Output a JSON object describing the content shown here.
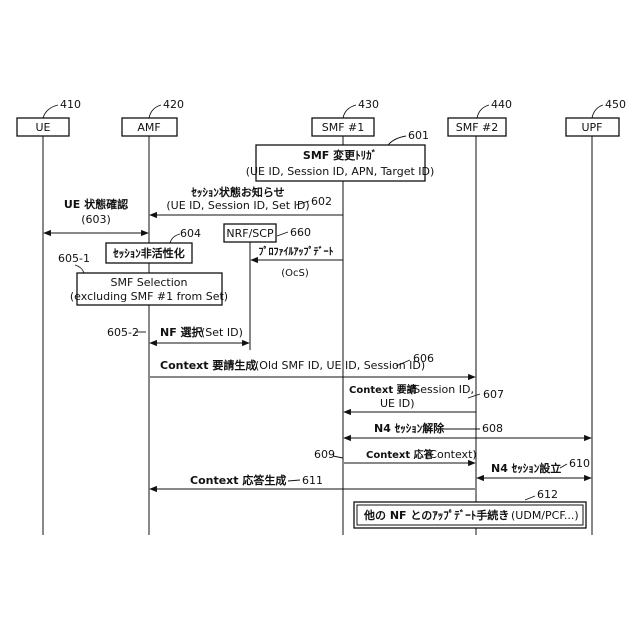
{
  "entities": [
    {
      "id": "ue",
      "label": "UE",
      "ref": "410"
    },
    {
      "id": "amf",
      "label": "AMF",
      "ref": "420"
    },
    {
      "id": "smf1",
      "label": "SMF #1",
      "ref": "430"
    },
    {
      "id": "smf2",
      "label": "SMF #2",
      "ref": "440"
    },
    {
      "id": "upf",
      "label": "UPF",
      "ref": "450"
    }
  ],
  "steps": {
    "s601": {
      "ref": "601",
      "line1": "SMF 変更ﾄﾘｶﾞ",
      "line2": "(UE ID, Session ID, APN, Target ID)"
    },
    "s602": {
      "ref": "602",
      "line1": "ｾｯｼｮﾝ状態お知らせ",
      "line2": "(UE ID, Session ID, Set ID)"
    },
    "s603": {
      "line1": "UE 状態確認",
      "line2": "(603)"
    },
    "s604": {
      "ref": "604",
      "label": "ｾｯｼｮﾝ非活性化"
    },
    "s605_1": {
      "ref": "605-1",
      "line1": "SMF Selection",
      "line2": "(excluding SMF #1 from Set)"
    },
    "s660": {
      "ref": "660",
      "label": "NRF/SCP",
      "update": "ﾌﾟﾛﾌｧｲﾙｱｯﾌﾟﾃﾞｰﾄ",
      "ocs": "(OcS)"
    },
    "s605_2": {
      "ref": "605-2",
      "label": "NF 選択",
      "params": "(Set ID)"
    },
    "s606": {
      "ref": "606",
      "label": "Context 要請生成",
      "params": "(Old SMF ID, UE ID, Session ID)"
    },
    "s607": {
      "ref": "607",
      "label": "Context 要請",
      "params1": "(Session ID,",
      "params2": "UE ID)"
    },
    "s608": {
      "ref": "608",
      "label": "N4 ｾｯｼｮﾝ解除"
    },
    "s609": {
      "ref": "609",
      "label": "Context 応答",
      "params": "(Context)"
    },
    "s610": {
      "ref": "610",
      "label": "N4 ｾｯｼｮﾝ設立"
    },
    "s611": {
      "ref": "611",
      "label": "Context 応答生成"
    },
    "s612": {
      "ref": "612",
      "label": "他の NF とのｱｯﾌﾟﾃﾞｰﾄ手続き",
      "params": "(UDM/PCF...)"
    }
  }
}
